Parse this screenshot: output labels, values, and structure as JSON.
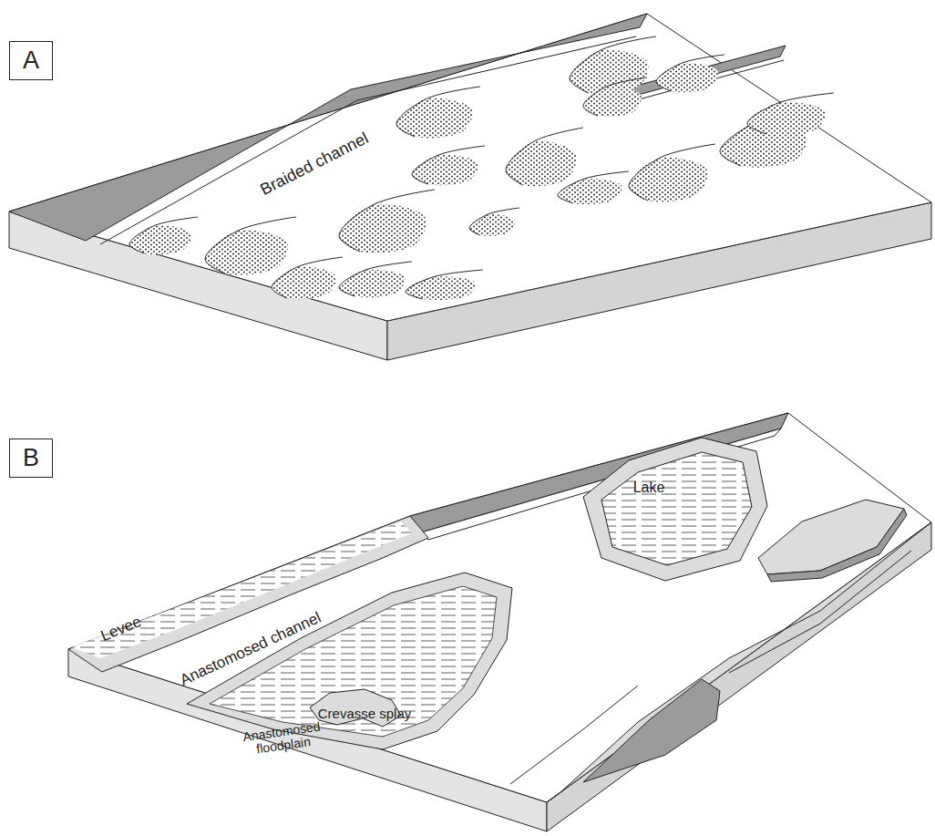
{
  "diagram": {
    "nodes": [
      {
        "text": [
          "A"
        ]
      },
      {
        "text": [
          "B"
        ]
      }
    ],
    "labels": [
      "Braided channel",
      "Levee",
      "Anastomosed channel",
      "Lake",
      "Crevasse splay",
      "Anastomosed floodplain"
    ]
  }
}
